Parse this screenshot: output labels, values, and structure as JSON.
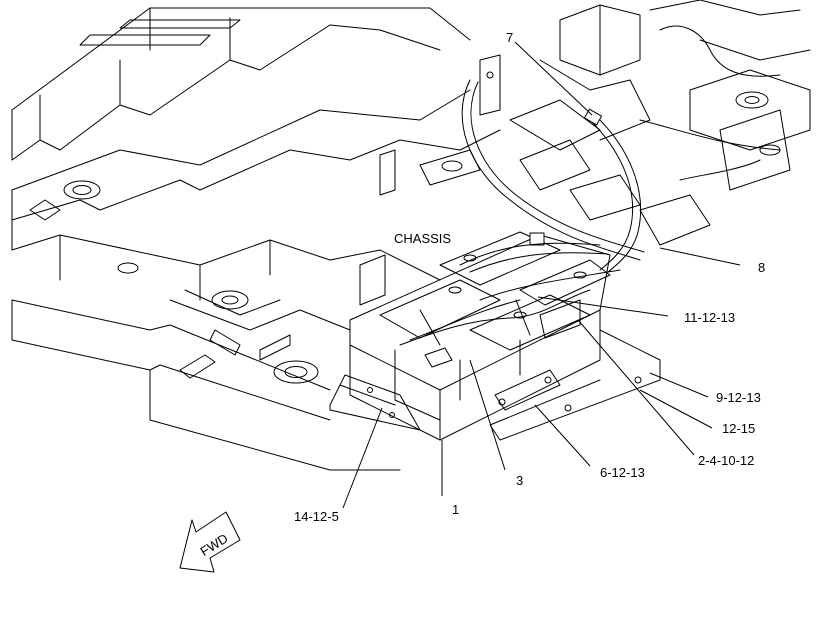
{
  "labels": {
    "chassis": "CHASSIS",
    "fwd": "FWD",
    "c7": "7",
    "c8": "8",
    "c11": "11-12-13",
    "c9": "9-12-13",
    "c12": "12-15",
    "c2": "2-4-10-12",
    "c6": "6-12-13",
    "c3": "3",
    "c1": "1",
    "c14": "14-12-5"
  }
}
